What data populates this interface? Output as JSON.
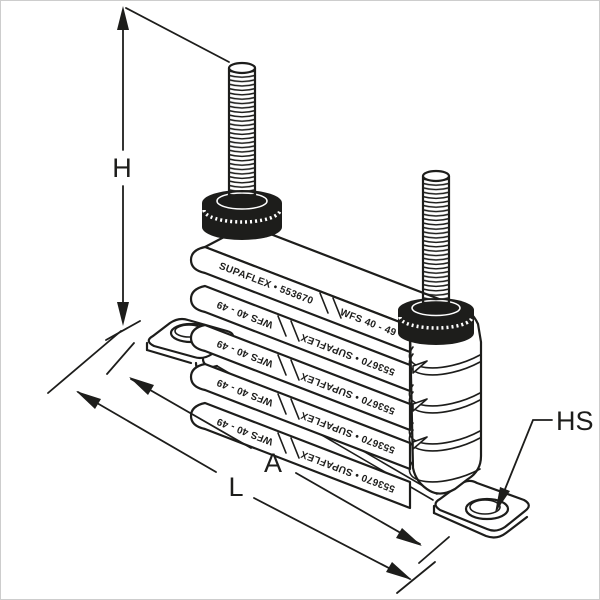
{
  "drawing": {
    "background_color": "#ffffff",
    "line_color": "#1d1d1b",
    "dimension_labels": {
      "height": "H",
      "spacing": "A",
      "length": "L",
      "hole_size": "HS"
    },
    "stack": {
      "plate_count": 5,
      "marking": {
        "brand": "SUPAFLEX",
        "separator": "•",
        "part_number": "553670",
        "model": "WFS 40 - 49",
        "top_plate_left": "SUPAFLEX • 553670",
        "top_plate_right": "WFS 40 - 49",
        "flipped_plate_left": "WFS 40 - 49",
        "flipped_plate_right": "553670 • SUPAFLEX"
      }
    }
  }
}
